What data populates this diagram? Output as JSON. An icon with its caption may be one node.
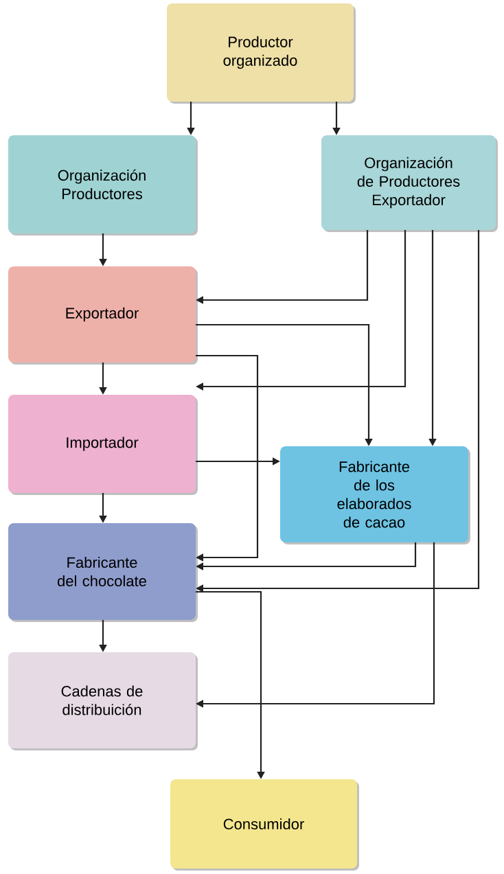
{
  "diagram": {
    "nodes": [
      {
        "text": [
          "Productor organizado"
        ]
      },
      {
        "text": [
          "Organización Productores"
        ]
      },
      {
        "text": [
          "Organización de Productores Exportador"
        ]
      },
      {
        "text": [
          "Exportador"
        ]
      },
      {
        "text": [
          "Importador"
        ]
      },
      {
        "text": [
          "Fabricante de los elaborados de cacao"
        ]
      },
      {
        "text": [
          "Fabricante del chocolate"
        ]
      },
      {
        "text": [
          "Cadenas de distribuición"
        ]
      },
      {
        "text": [
          "Consumidor"
        ]
      }
    ],
    "edges": [
      {
        "from": 0,
        "to": 1,
        "arrow": "to"
      },
      {
        "from": 0,
        "to": 2,
        "arrow": "to"
      },
      {
        "from": 1,
        "to": 3,
        "arrow": "to"
      },
      {
        "from": 2,
        "to": 3,
        "arrow": "to"
      },
      {
        "from": 3,
        "to": 5,
        "arrow": "to"
      },
      {
        "from": 2,
        "to": 4,
        "arrow": "to"
      },
      {
        "from": 2,
        "to": 5,
        "arrow": "to"
      },
      {
        "from": 3,
        "to": 4,
        "arrow": "to"
      },
      {
        "from": 4,
        "to": 5,
        "arrow": "to"
      },
      {
        "from": 3,
        "to": 6,
        "arrow": "to"
      },
      {
        "from": 4,
        "to": 6,
        "arrow": "to"
      },
      {
        "from": 5,
        "to": 6,
        "arrow": "to"
      },
      {
        "from": 2,
        "to": 6,
        "arrow": "to"
      },
      {
        "from": 6,
        "to": 7,
        "arrow": "to"
      },
      {
        "from": 5,
        "to": 7,
        "arrow": "to"
      },
      {
        "from": 6,
        "to": 8,
        "arrow": "to"
      }
    ]
  }
}
